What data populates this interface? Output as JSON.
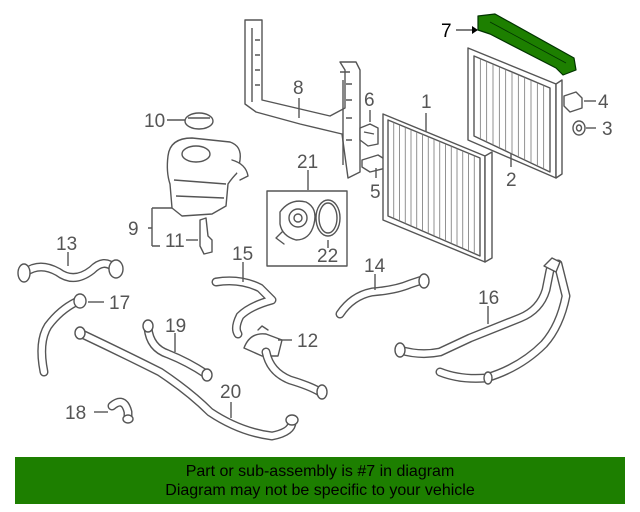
{
  "diagram": {
    "highlight_color": "#1d7f00",
    "highlighted_part": "7",
    "callouts": [
      {
        "id": "1",
        "label": "1"
      },
      {
        "id": "2",
        "label": "2"
      },
      {
        "id": "3",
        "label": "3"
      },
      {
        "id": "4",
        "label": "4"
      },
      {
        "id": "5",
        "label": "5"
      },
      {
        "id": "6",
        "label": "6"
      },
      {
        "id": "7",
        "label": "7"
      },
      {
        "id": "8",
        "label": "8"
      },
      {
        "id": "9",
        "label": "9"
      },
      {
        "id": "10",
        "label": "10"
      },
      {
        "id": "11",
        "label": "11"
      },
      {
        "id": "12",
        "label": "12"
      },
      {
        "id": "13",
        "label": "13"
      },
      {
        "id": "14",
        "label": "14"
      },
      {
        "id": "15",
        "label": "15"
      },
      {
        "id": "16",
        "label": "16"
      },
      {
        "id": "17",
        "label": "17"
      },
      {
        "id": "18",
        "label": "18"
      },
      {
        "id": "19",
        "label": "19"
      },
      {
        "id": "20",
        "label": "20"
      },
      {
        "id": "21",
        "label": "21"
      },
      {
        "id": "22",
        "label": "22"
      }
    ]
  },
  "banner": {
    "color": "#1d7f00",
    "line1": "Part or sub-assembly is #7 in diagram",
    "line2": "Diagram may not be specific to your vehicle"
  }
}
